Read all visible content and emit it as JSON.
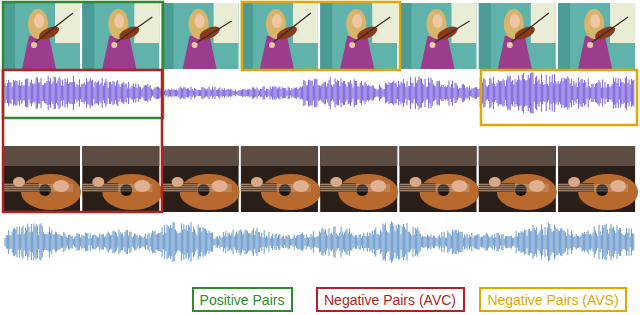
{
  "diagram": {
    "legend": [
      {
        "text": "Positive Pairs",
        "color": "#2e8b2e"
      },
      {
        "text": "Negative Pairs (AVC)",
        "color": "#b22222"
      },
      {
        "text": "Negative Pairs (AVS)",
        "color": "#e0a800"
      }
    ]
  }
}
